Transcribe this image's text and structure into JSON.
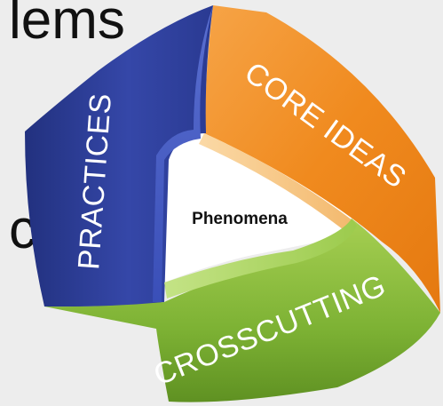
{
  "background": {
    "text_top": "lems",
    "text_mid": "cs"
  },
  "diagram": {
    "bands": [
      {
        "label": "PRACTICES",
        "color": "#2e3f9c"
      },
      {
        "label": "CORE IDEAS",
        "color": "#f0871c"
      },
      {
        "label": "CROSSCUTTING",
        "color": "#7fb532"
      }
    ],
    "center_label": "Phenomena"
  }
}
